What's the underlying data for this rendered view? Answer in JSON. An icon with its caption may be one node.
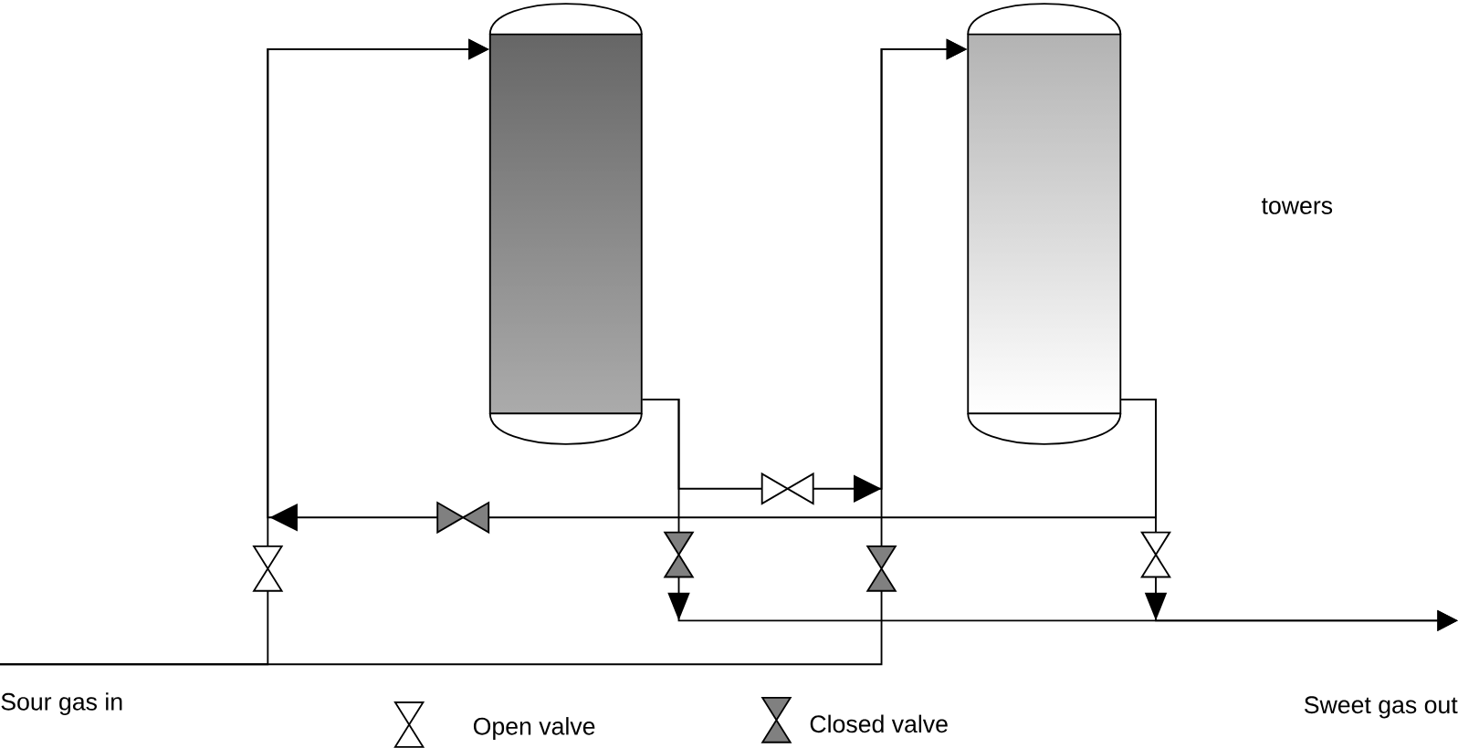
{
  "diagram": {
    "nodes": [
      {
        "text": [],
        "shape": "cylinder"
      },
      {
        "text": [],
        "shape": "cylinder"
      },
      {
        "text": [
          "Sour gas in"
        ]
      },
      {
        "text": [
          "Sweet gas out"
        ]
      },
      {
        "text": [],
        "shape": "valve"
      },
      {
        "text": [],
        "shape": "closed-valve"
      },
      {
        "text": [],
        "shape": "closed-valve"
      },
      {
        "text": [],
        "shape": "valve"
      },
      {
        "text": [],
        "shape": "closed-valve"
      },
      {
        "text": [],
        "shape": "valve"
      }
    ],
    "edges": [
      {
        "from": 2,
        "to": 4,
        "arrow": "none"
      },
      {
        "from": 2,
        "to": 8,
        "arrow": "none"
      },
      {
        "from": 4,
        "to": 0,
        "arrow": "to"
      },
      {
        "from": 0,
        "to": 7,
        "arrow": "none"
      },
      {
        "from": 0,
        "to": 6,
        "arrow": "none"
      },
      {
        "from": 7,
        "to": 1,
        "arrow": "to"
      },
      {
        "from": 8,
        "to": 1,
        "arrow": "to"
      },
      {
        "from": 6,
        "to": 3,
        "arrow": "to"
      },
      {
        "from": 1,
        "to": 9,
        "arrow": "none"
      },
      {
        "from": 9,
        "to": 3,
        "arrow": "to"
      },
      {
        "from": 1,
        "to": 5,
        "arrow": "none"
      },
      {
        "from": 5,
        "to": 0,
        "arrow": "to"
      }
    ],
    "labels": [
      "towers"
    ],
    "legend": [
      {
        "text": "Open valve"
      },
      {
        "text": "Closed valve"
      }
    ]
  }
}
